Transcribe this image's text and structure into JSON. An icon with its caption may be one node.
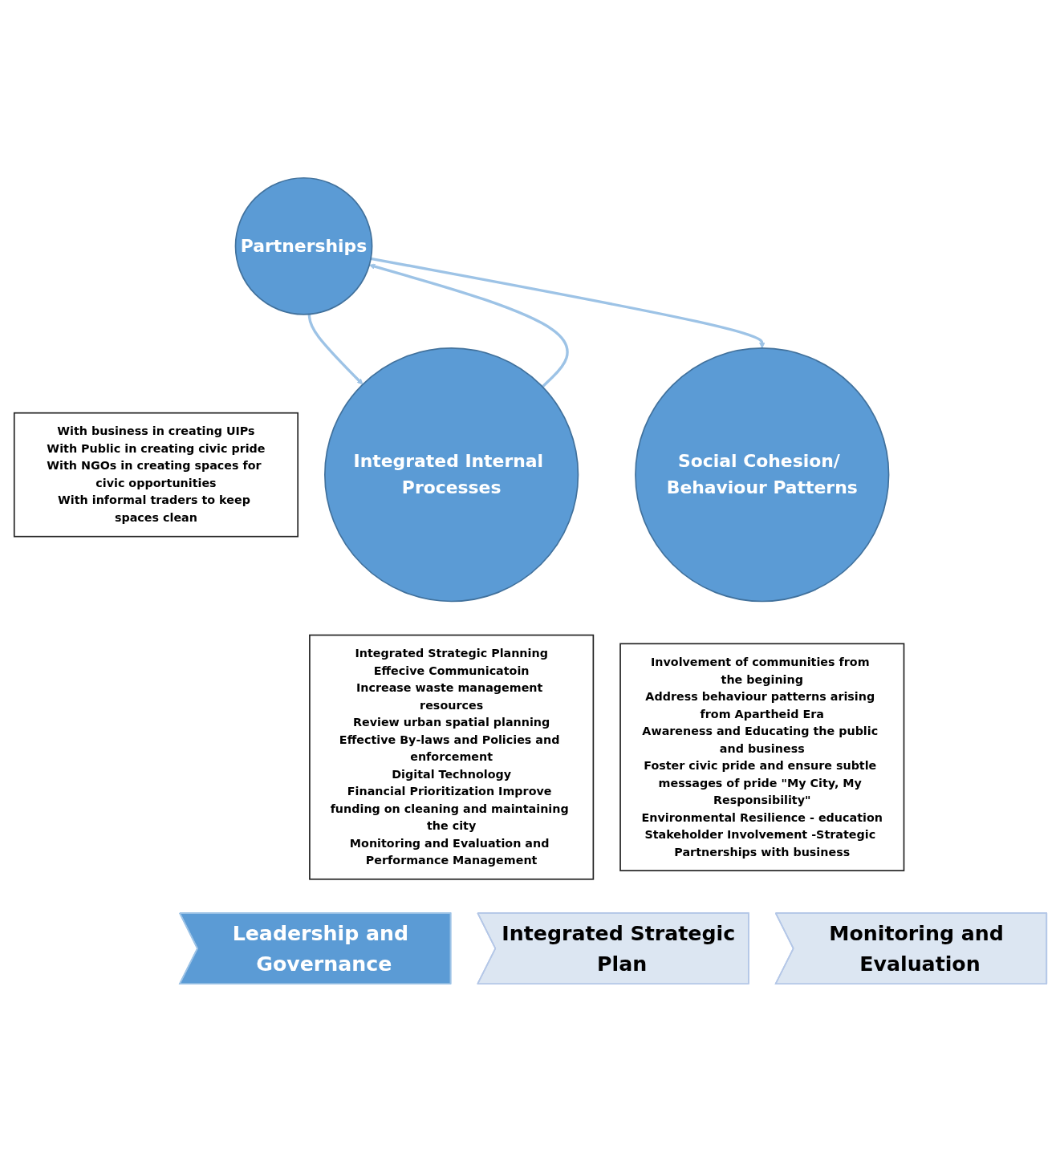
{
  "diagram": {
    "nodes": [
      {
        "text": [
          "Partnerships"
        ]
      },
      {
        "text": [
          "With business in creating UIPs",
          "With Public in creating civic pride",
          "With NGOs in creating spaces for civic opportunities",
          "With informal traders to keep spaces clean"
        ]
      },
      {
        "text": [
          "Integrated Internal Processes"
        ]
      },
      {
        "text": [
          "Integrated Strategic Planning",
          "Effecive Communicatoin",
          "Increase waste management resources",
          "Review urban spatial planning",
          "Effective By-laws and Policies and enforcement",
          "Digital Technology",
          "Financial Prioritization Improve funding on cleaning and maintaining the city",
          "Monitoring and Evaluation and Performance Management"
        ]
      },
      {
        "text": [
          "Social Cohesion/ Behaviour Patterns"
        ]
      },
      {
        "text": [
          "Involvement of communities from the begining",
          "Address behaviour patterns arising from Apartheid Era",
          "Awareness and Educating the public and business",
          "Foster civic pride and ensure subtle messages of pride \"My City, My Responsibility\"",
          "Environmental Resilience - education",
          "Stakeholder Involvement -Strategic Partnerships with business"
        ]
      },
      {
        "text": [
          "Leadership and Governance"
        ]
      },
      {
        "text": [
          "Integrated Strategic Plan"
        ]
      },
      {
        "text": [
          "Monitoring and Evaluation"
        ]
      }
    ],
    "edges": [
      {
        "from": 2,
        "to": 0,
        "arrow": "to"
      },
      {
        "from": 0,
        "to": 2,
        "arrow": "to"
      },
      {
        "from": 0,
        "to": 4,
        "arrow": "to"
      }
    ]
  }
}
